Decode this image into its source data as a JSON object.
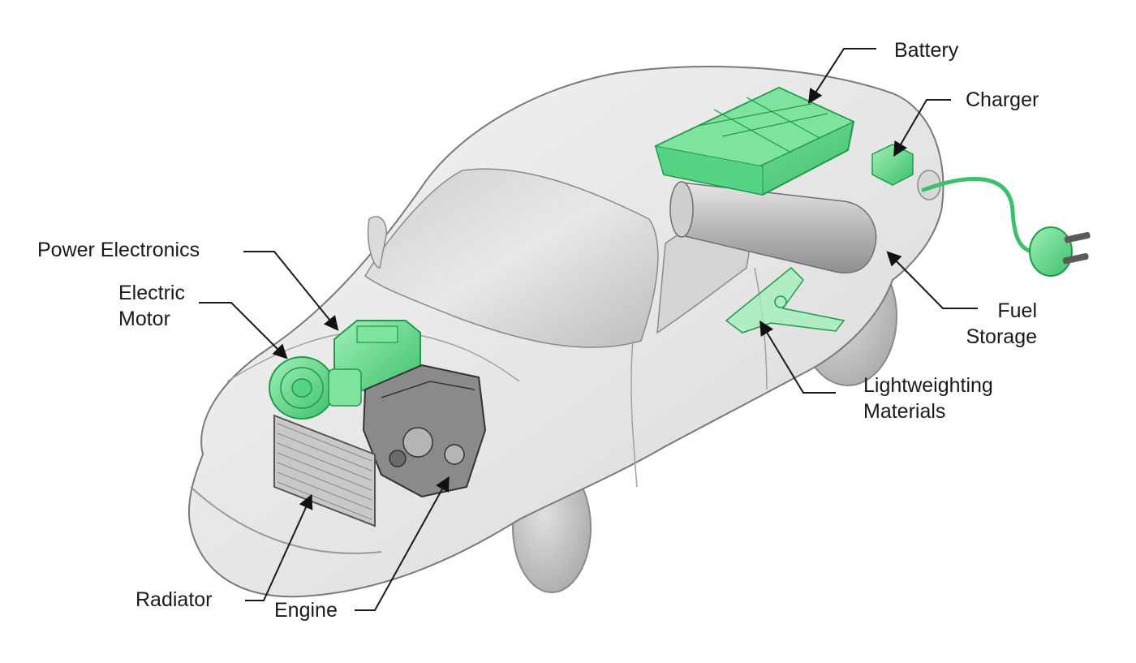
{
  "colors": {
    "component_green": "#4fd07a",
    "component_green_dark": "#1f9a4a",
    "component_green_light": "#9ff0b8",
    "car_body": "#e9e9e9",
    "car_outline": "#7a7a7a",
    "engine_gray": "#5a5a5a",
    "leader_line": "#1a1a1a"
  },
  "labels": {
    "battery": "Battery",
    "charger": "Charger",
    "power_electronics": "Power Electronics",
    "electric_motor": [
      "Electric",
      "Motor"
    ],
    "fuel_storage": [
      "Fuel",
      "Storage"
    ],
    "lightweighting_materials": [
      "Lightweighting",
      "Materials"
    ],
    "radiator": "Radiator",
    "engine": "Engine"
  },
  "icons": {
    "plug": "plug-icon",
    "arrow": "arrow-head-icon"
  }
}
